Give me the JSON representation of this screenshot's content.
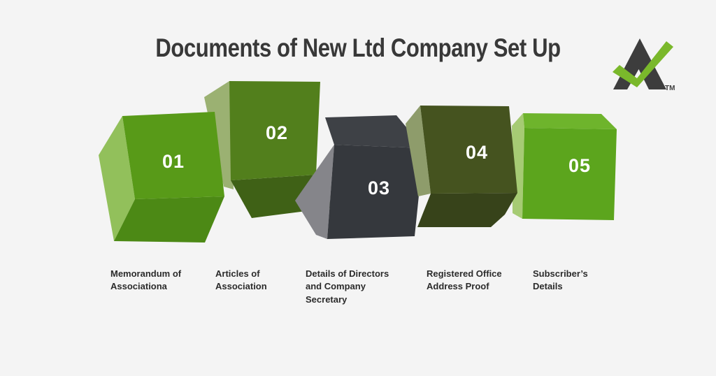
{
  "title": "Documents of New Ltd Company Set Up",
  "background_color": "#f4f4f4",
  "brand_logo": {
    "trademark": "TM",
    "dark_color": "#3d3d3d",
    "green_color": "#7ab82b"
  },
  "cubes": [
    {
      "number": "01",
      "label": "Memorandum of\nAssociationa",
      "colors": {
        "front": "#589a18",
        "left": "#92c05b",
        "bottom": "#4c8915"
      }
    },
    {
      "number": "02",
      "label": "Articles of\nAssociation",
      "colors": {
        "front": "#527f1c",
        "left": "#9bb172",
        "bottom": "#3f6116"
      }
    },
    {
      "number": "03",
      "label": "Details of Directors\nand Company\nSecretary",
      "colors": {
        "front": "#35383d",
        "top": "#3e4146",
        "left": "#85858a"
      }
    },
    {
      "number": "04",
      "label": "Registered Office\nAddress Proof",
      "colors": {
        "front": "#45531f",
        "left": "#8e9c6b",
        "bottom": "#37431a"
      }
    },
    {
      "number": "05",
      "label": "Subscriber’s\nDetails",
      "colors": {
        "front": "#5ca51d",
        "top": "#6eb42c",
        "left": "#a6cb74"
      }
    }
  ]
}
